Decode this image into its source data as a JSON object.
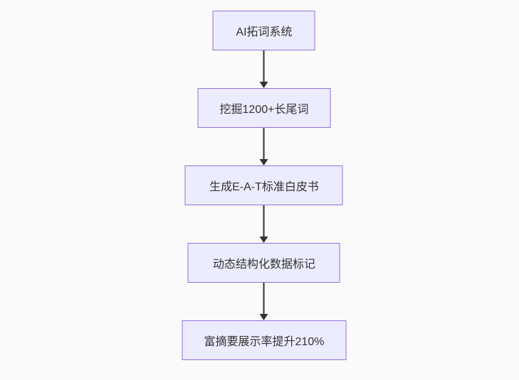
{
  "diagram": {
    "type": "flowchart-top-down",
    "colors": {
      "page_bg": "#fafafa",
      "node_fill": "#ECECFF",
      "node_border": "#9370DB",
      "text_color": "#333333",
      "arrow_color": "#333333"
    },
    "nodes": [
      {
        "label": "AI拓词系统"
      },
      {
        "label": "挖掘1200+长尾词"
      },
      {
        "label": "生成E-A-T标准白皮书"
      },
      {
        "label": "动态结构化数据标记"
      },
      {
        "label": "富摘要展示率提升210%"
      }
    ]
  }
}
